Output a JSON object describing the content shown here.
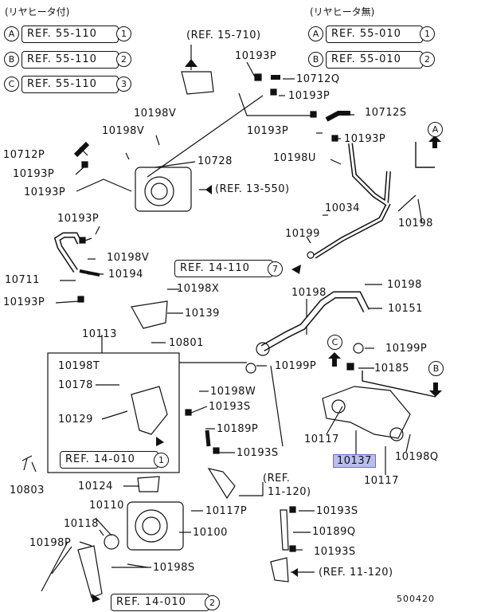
{
  "headings": {
    "left": "(リヤヒータ付)",
    "right": "(リヤヒータ無)"
  },
  "left_refs": [
    {
      "letter": "A",
      "ref": "REF. 55-110",
      "num": "1"
    },
    {
      "letter": "B",
      "ref": "REF. 55-110",
      "num": "2"
    },
    {
      "letter": "C",
      "ref": "REF. 55-110",
      "num": "3"
    }
  ],
  "right_refs": [
    {
      "letter": "A",
      "ref": "REF. 55-010",
      "num": "1"
    },
    {
      "letter": "B",
      "ref": "REF. 55-010",
      "num": "2"
    }
  ],
  "diagram_refs": {
    "r15710": "(REF. 15-710)",
    "r13550": "(REF. 13-550)",
    "r14110": "REF. 14-110",
    "r14110_num": "7",
    "r14010a": "REF. 14-010",
    "r14010a_num": "1",
    "r11120a_1": "(REF.",
    "r11120a_2": "11-120)",
    "r11120b": "(REF. 11-120)",
    "r14010b": "REF. 14-010",
    "r14010b_num": "2"
  },
  "markers": {
    "A": "A",
    "B": "B",
    "C": "C"
  },
  "parts": {
    "p10193P_a": "10193P",
    "p10712Q": "10712Q",
    "p10193P_b": "10193P",
    "p10198V_a": "10198V",
    "p10712S": "10712S",
    "p10198V_b": "10198V",
    "p10193P_c": "10193P",
    "p10712P": "10712P",
    "p10728": "10728",
    "p10198U": "10198U",
    "p10193P_d": "10193P",
    "p10193P_e": "10193P",
    "p10193P_f": "10193P",
    "p10034": "10034",
    "p10193P_g": "10193P",
    "p10198": "10198",
    "p10199": "10199",
    "p10198V_c": "10198V",
    "p10711": "10711",
    "p10194": "10194",
    "p10193P_h": "10193P",
    "p10198X": "10198X",
    "p10198_b": "10198",
    "p10198_c": "10198",
    "p10151": "10151",
    "p10139": "10139",
    "p10113": "10113",
    "p10801": "10801",
    "p10199P_a": "10199P",
    "p10198T": "10198T",
    "p10199P_b": "10199P",
    "p10185": "10185",
    "p10178": "10178",
    "p10198W": "10198W",
    "p10193S_a": "10193S",
    "p10129": "10129",
    "p10189P": "10189P",
    "p10117_a": "10117",
    "p10137": "10137",
    "p10198Q": "10198Q",
    "p10193S_b": "10193S",
    "p10117_b": "10117",
    "p10803": "10803",
    "p10124": "10124",
    "p10110": "10110",
    "p10117P": "10117P",
    "p10193S_c": "10193S",
    "p10118": "10118",
    "p10100": "10100",
    "p10189Q": "10189Q",
    "p10198P": "10198P",
    "p10193S_d": "10193S",
    "p10198S": "10198S"
  },
  "figure_code": "500420"
}
